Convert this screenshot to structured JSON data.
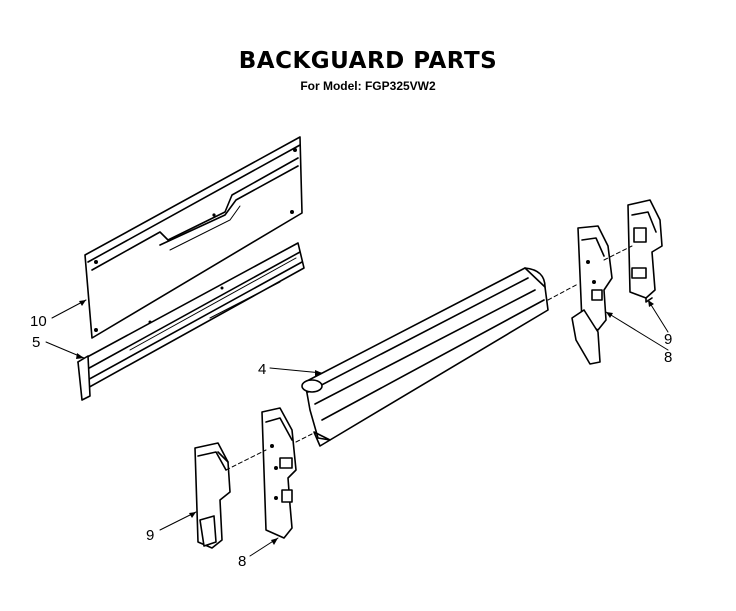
{
  "diagram": {
    "title": "BACKGUARD PARTS",
    "subtitle": "For Model: FGP325VW2"
  },
  "callouts": [
    {
      "id": "c10",
      "label": "10"
    },
    {
      "id": "c5",
      "label": "5"
    },
    {
      "id": "c4",
      "label": "4"
    },
    {
      "id": "c9a",
      "label": "9"
    },
    {
      "id": "c8a",
      "label": "8"
    },
    {
      "id": "c9b",
      "label": "9"
    },
    {
      "id": "c8b",
      "label": "8"
    }
  ]
}
